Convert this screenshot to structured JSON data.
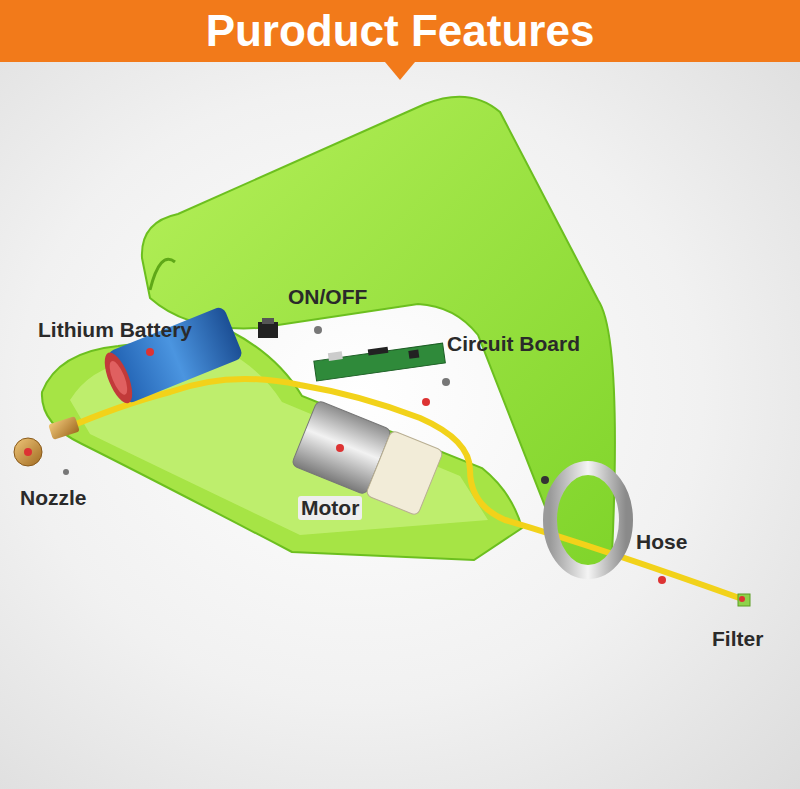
{
  "diagram": {
    "title": "Puroduct Features",
    "labels": [
      "ON/OFF",
      "Lithium Battery",
      "Circuit Board",
      "Nozzle",
      "Motor",
      "Hose",
      "Filter"
    ]
  }
}
